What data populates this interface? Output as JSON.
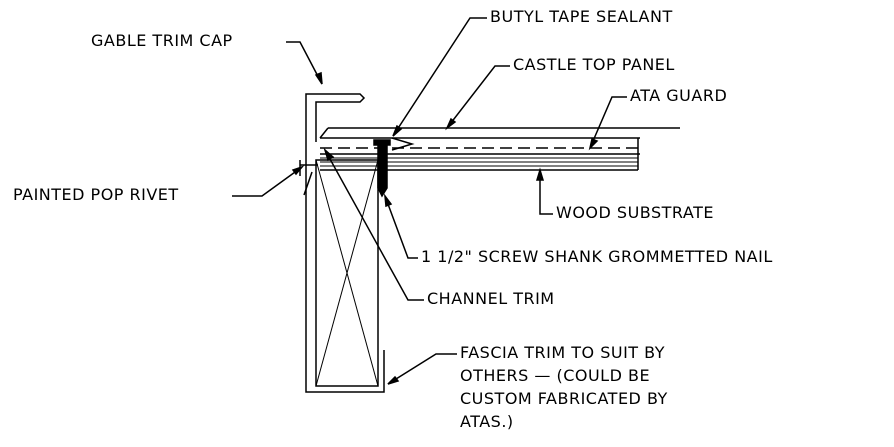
{
  "labels": {
    "gable_trim_cap": "GABLE TRIM CAP",
    "butyl_tape_sealant": "BUTYL TAPE SEALANT",
    "castle_top_panel": "CASTLE TOP PANEL",
    "ata_guard": "ATA GUARD",
    "painted_pop_rivet": "PAINTED POP RIVET",
    "wood_substrate": "WOOD SUBSTRATE",
    "screw_shank_nail": "1 1/2\" SCREW SHANK GROMMETTED NAIL",
    "channel_trim": "CHANNEL TRIM",
    "fascia_trim": "FASCIA TRIM TO SUIT BY\nOTHERS — (COULD BE\nCUSTOM FABRICATED BY\nATAS.)"
  }
}
